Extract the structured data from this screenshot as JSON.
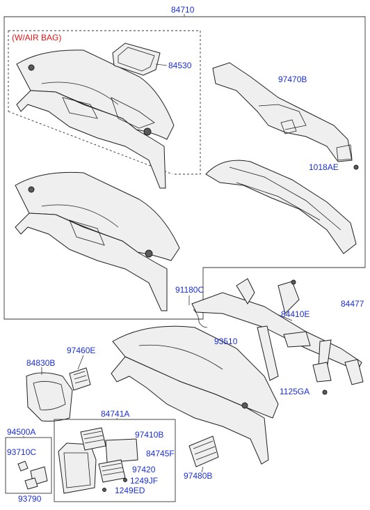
{
  "labels": {
    "assembly": "84710",
    "airbag_note": "(W/AIR BAG)",
    "airbag_cover": "84530",
    "duct": "97470B",
    "bolt_top": "1018AE",
    "bracket_91180c": "91180C",
    "bolt_84477": "84477",
    "harness_93510": "93510",
    "bracket_84410e": "84410E",
    "side_vent_left": "97460E",
    "cluster_fascia": "84830B",
    "bolt_1125ga": "1125GA",
    "center_panel": "84741A",
    "switch_94500a": "94500A",
    "switch_93710c": "93710C",
    "switch_93790": "93790",
    "center_vent_upper": "97410B",
    "center_bracket": "84745F",
    "center_vent_lower": "97420",
    "screw_1249jf": "1249JF",
    "screw_1249ed": "1249ED",
    "side_vent_right": "97480B"
  }
}
